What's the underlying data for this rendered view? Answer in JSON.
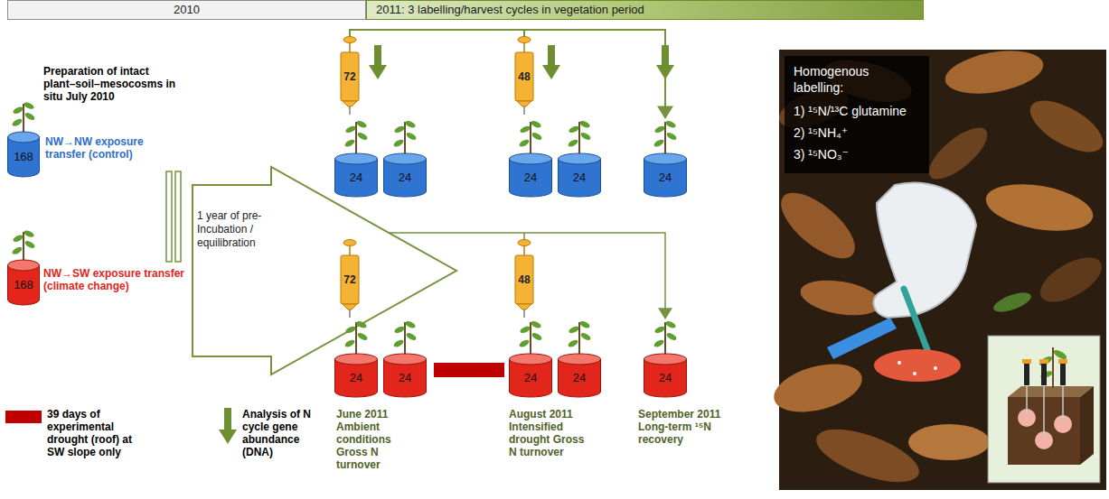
{
  "diagram": {
    "nodes": [
      {
        "text": [
          "2010"
        ]
      },
      {
        "text": [
          "2011: 3 labelling/harvest cycles in vegetation period"
        ]
      },
      {
        "text": [
          "168"
        ]
      },
      {
        "text": [
          "1 year of pre-Incubation / equilibration"
        ]
      },
      {
        "text": [
          "72"
        ]
      },
      {
        "text": [
          "24"
        ]
      },
      {
        "text": [
          "24"
        ]
      },
      {
        "text": [
          "48"
        ]
      },
      {
        "text": [
          "24"
        ]
      },
      {
        "text": [
          "24"
        ]
      },
      {
        "text": [
          "24"
        ]
      },
      {
        "text": [
          "168"
        ]
      },
      {
        "text": [
          "72"
        ]
      },
      {
        "text": [
          "24"
        ]
      },
      {
        "text": [
          "24"
        ]
      },
      {
        "text": [
          "48"
        ]
      },
      {
        "text": [
          "24"
        ]
      },
      {
        "text": [
          "24"
        ]
      },
      {
        "text": [
          "24"
        ]
      },
      {
        "text": [
          "Homogenous labelling:",
          "1) ¹⁵N/¹³C glutamine",
          "2) ¹⁵NH₄⁺",
          "3) ¹⁵NO₃⁻"
        ]
      }
    ],
    "edges": [
      {
        "from": 4,
        "to": 10,
        "arrow": "to"
      },
      {
        "from": 12,
        "to": 18,
        "arrow": "to"
      }
    ],
    "labels": [
      "Preparation of intact plant–soil–mesocosms in situ July 2010",
      "NW→NW exposure transfer (control)",
      "NW→SW exposure transfer (climate change)",
      "June 2011 Ambient conditions Gross N turnover",
      "August 2011 Intensified drought Gross N turnover",
      "September 2011 Long-term ¹⁵N recovery"
    ],
    "legend": [
      {
        "text": "39 days of experimental drought (roof) at SW slope only",
        "color": "#c00000"
      },
      {
        "text": "Analysis of N cycle gene abundance (DNA)"
      }
    ]
  }
}
